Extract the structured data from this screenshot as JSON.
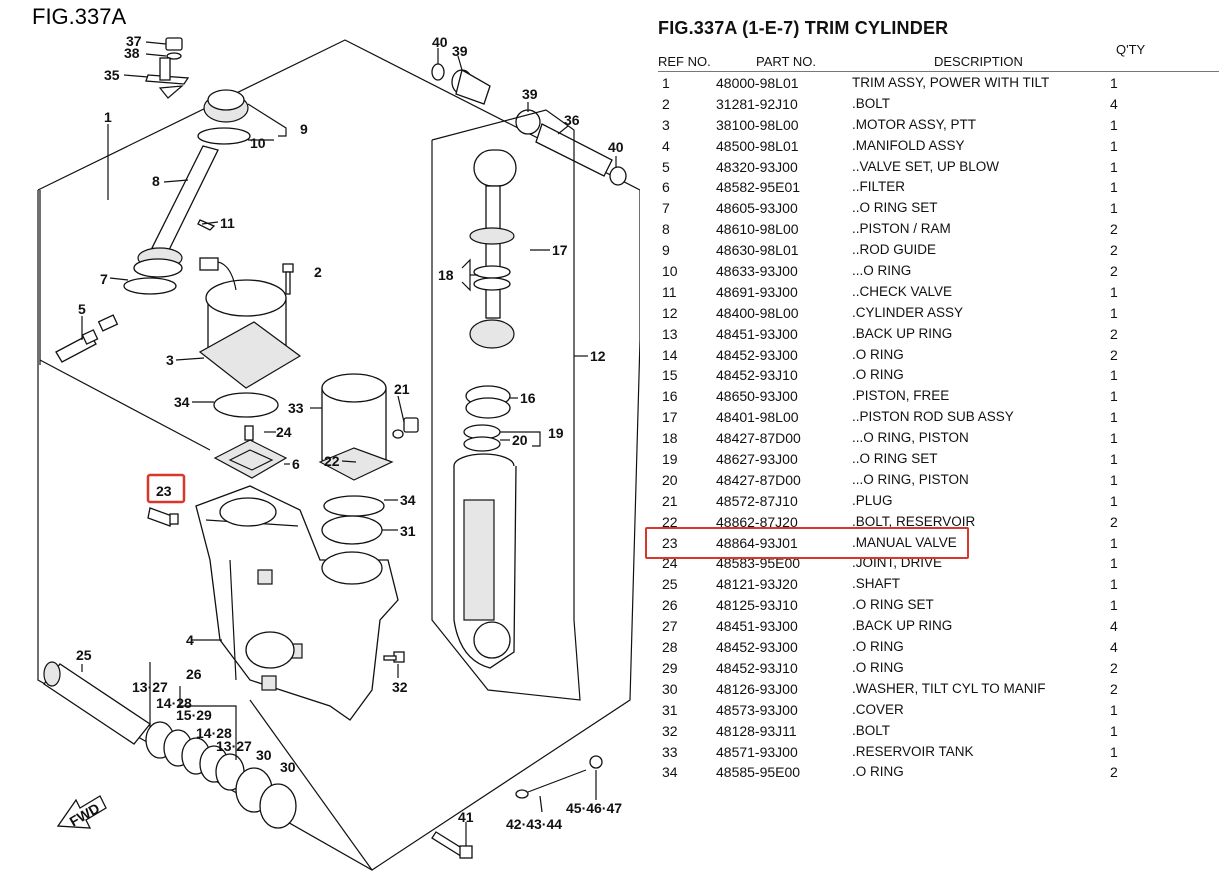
{
  "figure": {
    "label": "FIG.337A",
    "callouts": [
      {
        "id": "c37",
        "text": "37"
      },
      {
        "id": "c38",
        "text": "38"
      },
      {
        "id": "c35",
        "text": "35"
      },
      {
        "id": "c1",
        "text": "1"
      },
      {
        "id": "c9",
        "text": "9"
      },
      {
        "id": "c10",
        "text": "10"
      },
      {
        "id": "c8",
        "text": "8"
      },
      {
        "id": "c11",
        "text": "11"
      },
      {
        "id": "c2",
        "text": "2"
      },
      {
        "id": "c7",
        "text": "7"
      },
      {
        "id": "c5",
        "text": "5"
      },
      {
        "id": "c3",
        "text": "3"
      },
      {
        "id": "c34a",
        "text": "34"
      },
      {
        "id": "c24",
        "text": "24"
      },
      {
        "id": "c6",
        "text": "6"
      },
      {
        "id": "c33",
        "text": "33"
      },
      {
        "id": "c21",
        "text": "21"
      },
      {
        "id": "c22",
        "text": "22"
      },
      {
        "id": "c34b",
        "text": "34"
      },
      {
        "id": "c31",
        "text": "31"
      },
      {
        "id": "c23",
        "text": "23"
      },
      {
        "id": "c4",
        "text": "4"
      },
      {
        "id": "c25",
        "text": "25"
      },
      {
        "id": "c26",
        "text": "26"
      },
      {
        "id": "c1327a",
        "text": "13·27"
      },
      {
        "id": "c1428a",
        "text": "14·28"
      },
      {
        "id": "c1529",
        "text": "15·29"
      },
      {
        "id": "c1428b",
        "text": "14·28"
      },
      {
        "id": "c1327b",
        "text": "13·27"
      },
      {
        "id": "c30a",
        "text": "30"
      },
      {
        "id": "c30b",
        "text": "30"
      },
      {
        "id": "c32",
        "text": "32"
      },
      {
        "id": "c41",
        "text": "41"
      },
      {
        "id": "c424344",
        "text": "42·43·44"
      },
      {
        "id": "c454647",
        "text": "45·46·47"
      },
      {
        "id": "c40a",
        "text": "40"
      },
      {
        "id": "c39a",
        "text": "39"
      },
      {
        "id": "c39b",
        "text": "39"
      },
      {
        "id": "c36",
        "text": "36"
      },
      {
        "id": "c40b",
        "text": "40"
      },
      {
        "id": "c17",
        "text": "17"
      },
      {
        "id": "c18",
        "text": "18"
      },
      {
        "id": "c12",
        "text": "12"
      },
      {
        "id": "c16",
        "text": "16"
      },
      {
        "id": "c19",
        "text": "19"
      },
      {
        "id": "c20",
        "text": "20"
      }
    ],
    "fwd_label": "FWD",
    "highlighted_callout": "23"
  },
  "table": {
    "title": "FIG.337A (1-E-7) TRIM CYLINDER",
    "headers": {
      "ref": "REF NO.",
      "part": "PART NO.",
      "desc": "DESCRIPTION",
      "qty": "Q'TY"
    },
    "rows": [
      {
        "ref": "1",
        "part": "48000-98L01",
        "desc": "TRIM ASSY, POWER WITH TILT",
        "qty": "1"
      },
      {
        "ref": "2",
        "part": "31281-92J10",
        "desc": ".BOLT",
        "qty": "4"
      },
      {
        "ref": "3",
        "part": "38100-98L00",
        "desc": ".MOTOR ASSY, PTT",
        "qty": "1"
      },
      {
        "ref": "4",
        "part": "48500-98L01",
        "desc": ".MANIFOLD ASSY",
        "qty": "1"
      },
      {
        "ref": "5",
        "part": "48320-93J00",
        "desc": "..VALVE SET, UP BLOW",
        "qty": "1"
      },
      {
        "ref": "6",
        "part": "48582-95E01",
        "desc": "..FILTER",
        "qty": "1"
      },
      {
        "ref": "7",
        "part": "48605-93J00",
        "desc": "..O RING SET",
        "qty": "1"
      },
      {
        "ref": "8",
        "part": "48610-98L00",
        "desc": "..PISTON / RAM",
        "qty": "2"
      },
      {
        "ref": "9",
        "part": "48630-98L01",
        "desc": "..ROD GUIDE",
        "qty": "2"
      },
      {
        "ref": "10",
        "part": "48633-93J00",
        "desc": "...O RING",
        "qty": "2"
      },
      {
        "ref": "11",
        "part": "48691-93J00",
        "desc": "..CHECK VALVE",
        "qty": "1"
      },
      {
        "ref": "12",
        "part": "48400-98L00",
        "desc": ".CYLINDER ASSY",
        "qty": "1"
      },
      {
        "ref": "13",
        "part": "48451-93J00",
        "desc": ".BACK UP RING",
        "qty": "2"
      },
      {
        "ref": "14",
        "part": "48452-93J00",
        "desc": ".O RING",
        "qty": "2"
      },
      {
        "ref": "15",
        "part": "48452-93J10",
        "desc": ".O RING",
        "qty": "1"
      },
      {
        "ref": "16",
        "part": "48650-93J00",
        "desc": ".PISTON, FREE",
        "qty": "1"
      },
      {
        "ref": "17",
        "part": "48401-98L00",
        "desc": "..PISTON ROD SUB ASSY",
        "qty": "1"
      },
      {
        "ref": "18",
        "part": "48427-87D00",
        "desc": "...O RING, PISTON",
        "qty": "1"
      },
      {
        "ref": "19",
        "part": "48627-93J00",
        "desc": "..O RING SET",
        "qty": "1"
      },
      {
        "ref": "20",
        "part": "48427-87D00",
        "desc": "...O RING, PISTON",
        "qty": "1"
      },
      {
        "ref": "21",
        "part": "48572-87J10",
        "desc": ".PLUG",
        "qty": "1"
      },
      {
        "ref": "22",
        "part": "48862-87J20",
        "desc": ".BOLT, RESERVOIR",
        "qty": "2"
      },
      {
        "ref": "23",
        "part": "48864-93J01",
        "desc": ".MANUAL VALVE",
        "qty": "1"
      },
      {
        "ref": "24",
        "part": "48583-95E00",
        "desc": ".JOINT, DRIVE",
        "qty": "1"
      },
      {
        "ref": "25",
        "part": "48121-93J20",
        "desc": ".SHAFT",
        "qty": "1"
      },
      {
        "ref": "26",
        "part": "48125-93J10",
        "desc": ".O RING SET",
        "qty": "1"
      },
      {
        "ref": "27",
        "part": "48451-93J00",
        "desc": ".BACK UP RING",
        "qty": "4"
      },
      {
        "ref": "28",
        "part": "48452-93J00",
        "desc": ".O RING",
        "qty": "4"
      },
      {
        "ref": "29",
        "part": "48452-93J10",
        "desc": ".O RING",
        "qty": "2"
      },
      {
        "ref": "30",
        "part": "48126-93J00",
        "desc": ".WASHER, TILT CYL TO MANIF",
        "qty": "2"
      },
      {
        "ref": "31",
        "part": "48573-93J00",
        "desc": ".COVER",
        "qty": "1"
      },
      {
        "ref": "32",
        "part": "48128-93J11",
        "desc": ".BOLT",
        "qty": "1"
      },
      {
        "ref": "33",
        "part": "48571-93J00",
        "desc": ".RESERVOIR TANK",
        "qty": "1"
      },
      {
        "ref": "34",
        "part": "48585-95E00",
        "desc": ".O RING",
        "qty": "2"
      }
    ],
    "highlighted_ref": "23",
    "highlight_color": "#d9372b"
  }
}
